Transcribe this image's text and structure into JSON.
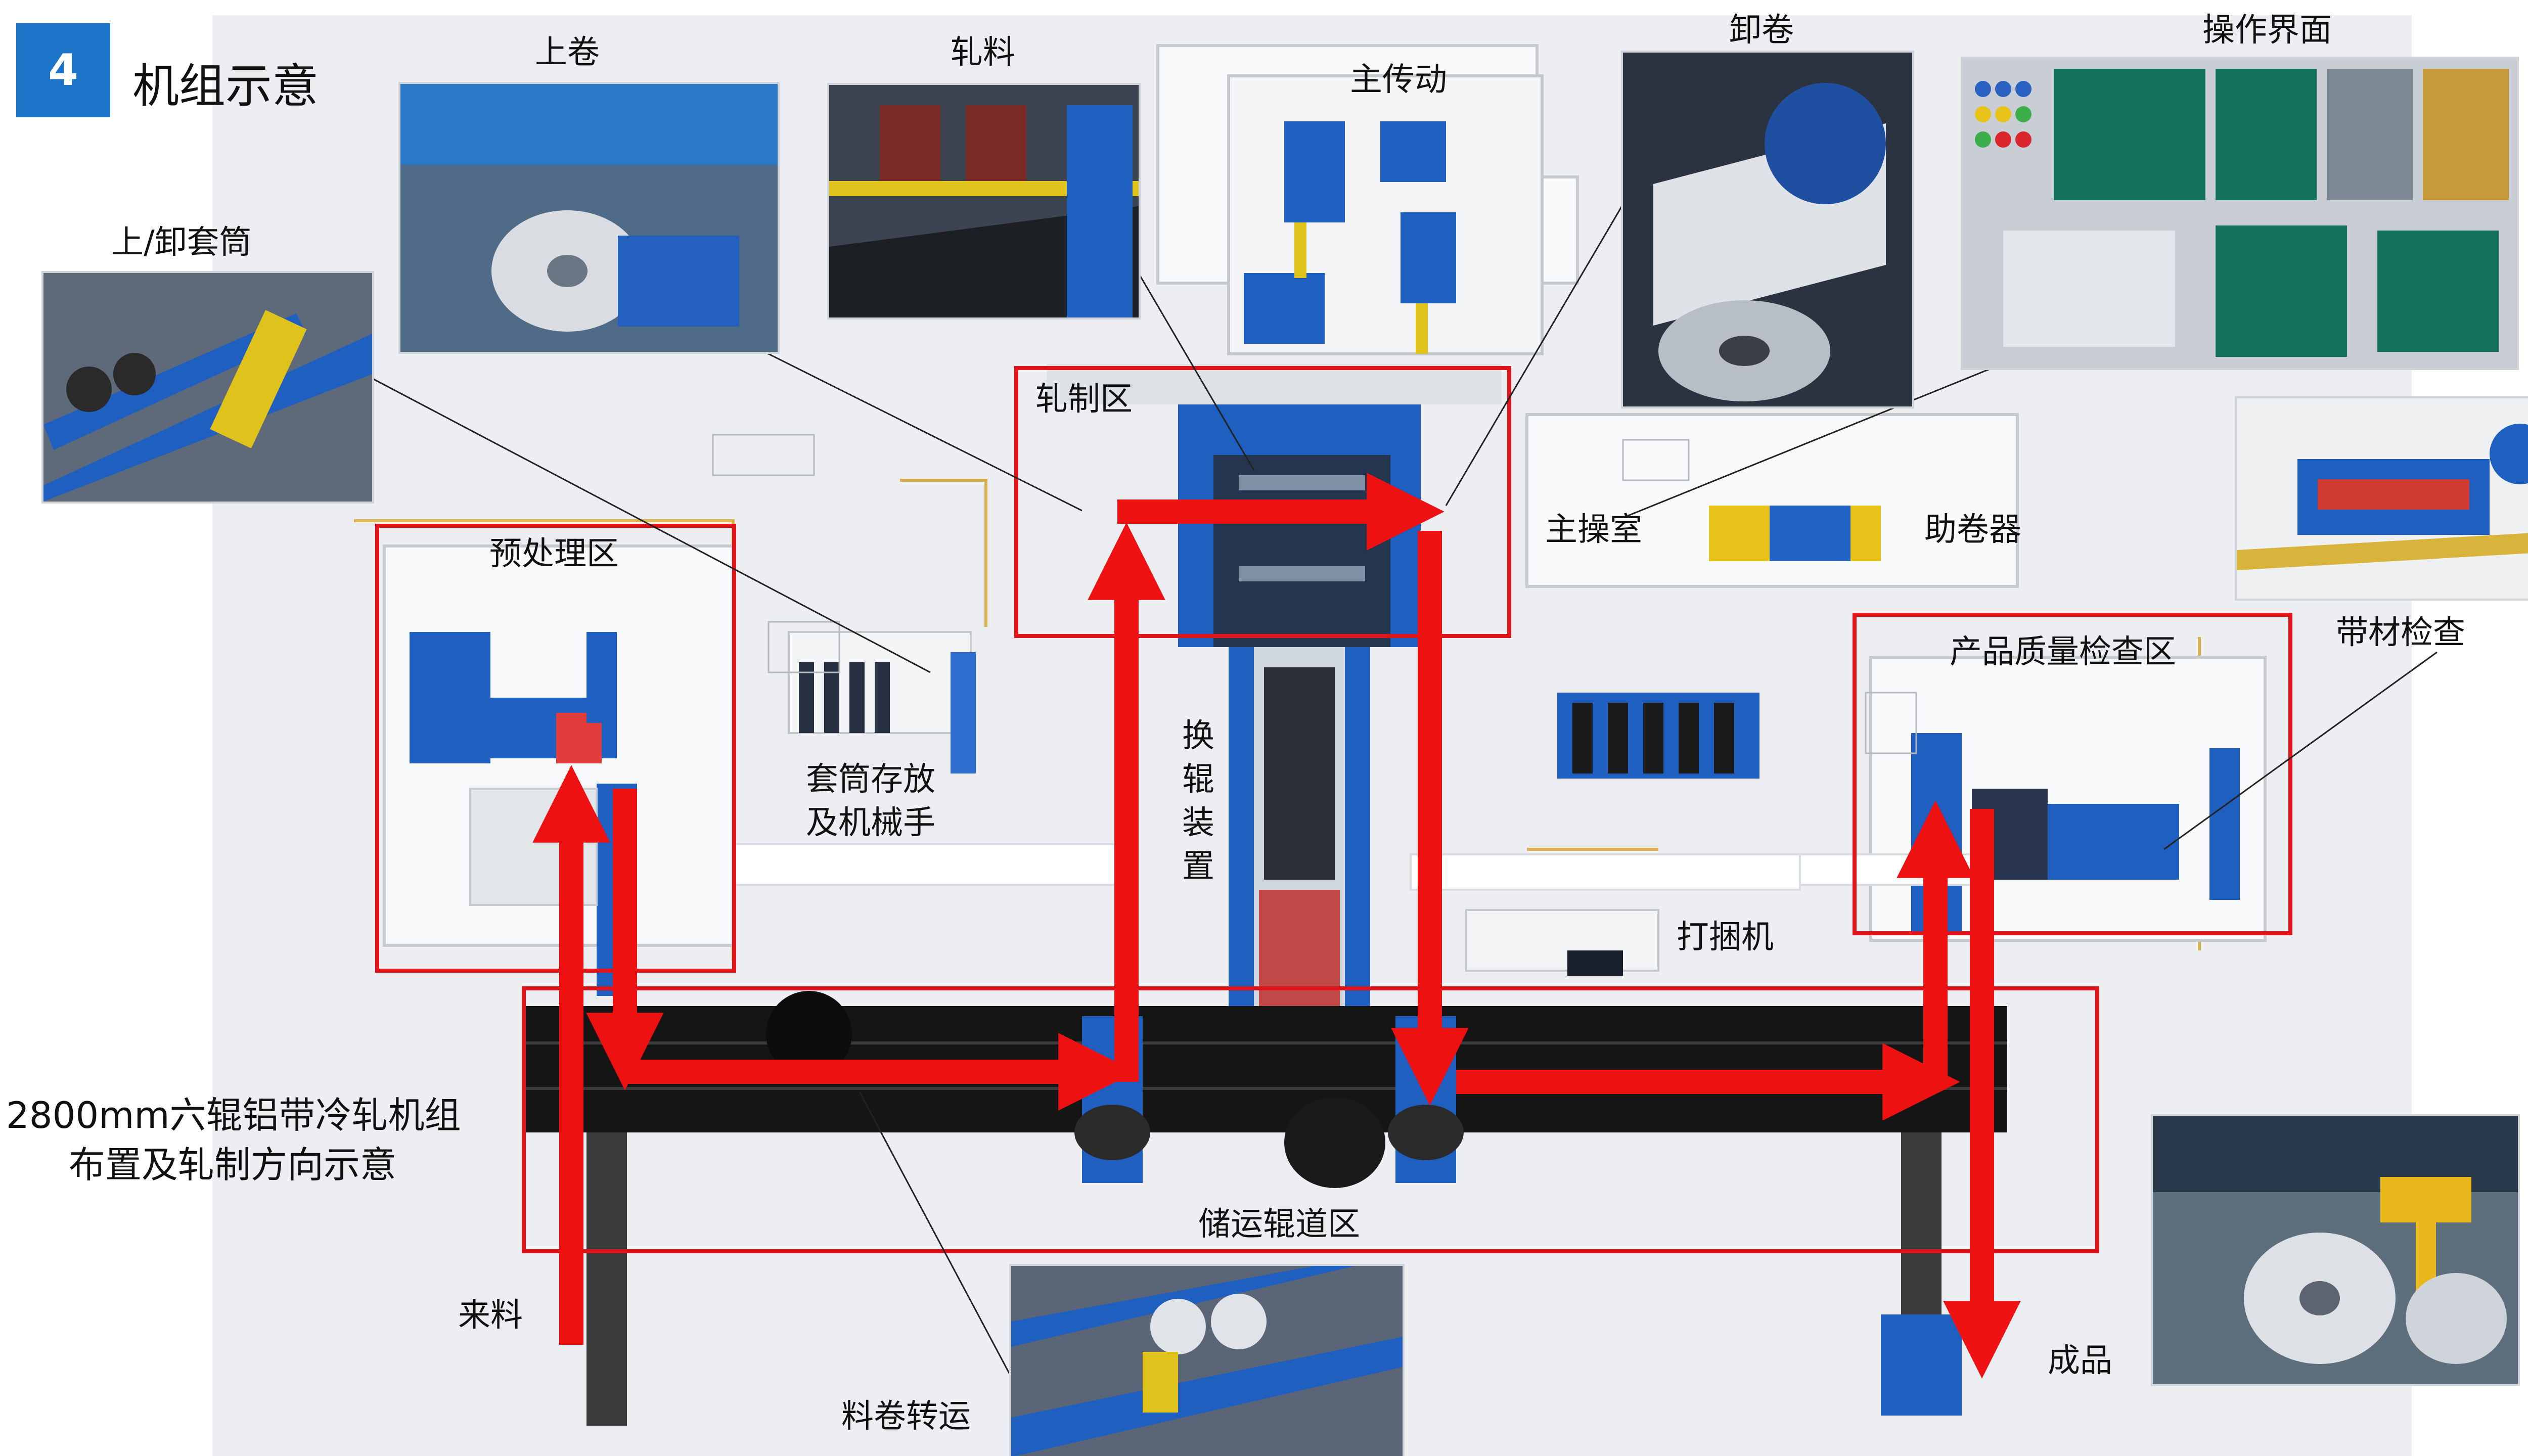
{
  "header": {
    "section_number": "4",
    "section_title": "机组示意"
  },
  "main_caption": {
    "line1": "2800mm六辊铝带冷轧机组",
    "line2": "布置及轧制方向示意"
  },
  "photos": {
    "load_unload_sleeve": "上/卸套筒",
    "uncoiling": "上卷",
    "rolling_stock": "轧料",
    "main_drive": "主传动",
    "coiling": "卸卷",
    "operator_interface": "操作界面",
    "strip_inspection": "带材检查",
    "coil_transfer": "料卷转运"
  },
  "zones": {
    "preprocessing": "预处理区",
    "rolling": "轧制区",
    "quality_inspection": "产品质量检查区",
    "roller_conveyor": "储运辊道区"
  },
  "equipment": {
    "sleeve_storage_line1": "套筒存放",
    "sleeve_storage_line2": "及机械手",
    "roll_change": [
      "换",
      "辊",
      "装",
      "置"
    ],
    "main_control_room": "主操室",
    "coiling_aid": "助卷器",
    "strapping_machine": "打捆机"
  },
  "flow": {
    "incoming": "来料",
    "finished_product": "成品"
  },
  "colors": {
    "accent_blue": "#1c74c9",
    "equipment_blue": "#1f5fc0",
    "flow_red": "#ee1111",
    "zone_frame_red": "#e0141b",
    "conveyor_black": "#151515"
  }
}
